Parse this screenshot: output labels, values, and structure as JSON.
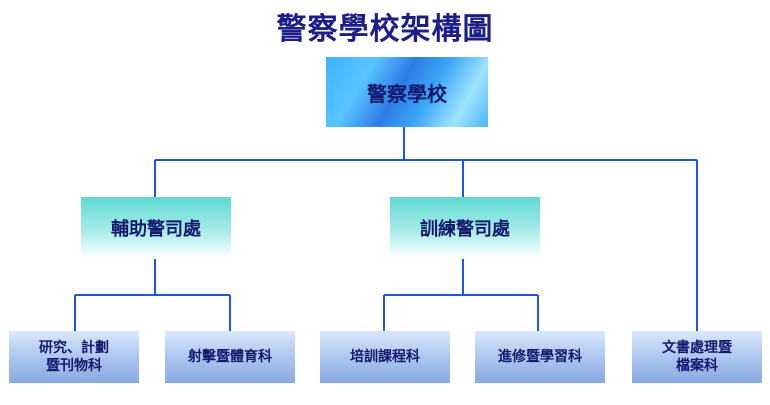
{
  "title": "警察學校架構圖",
  "root": {
    "label": "警察學校"
  },
  "divisions": [
    {
      "label": "輔助警司處"
    },
    {
      "label": "訓練警司處"
    }
  ],
  "sections": [
    {
      "lines": [
        "研究、計劃",
        "暨刊物科"
      ]
    },
    {
      "lines": [
        "射擊暨體育科"
      ]
    },
    {
      "lines": [
        "培訓課程科"
      ]
    },
    {
      "lines": [
        "進修暨學習科"
      ]
    },
    {
      "lines": [
        "文書處理暨",
        "檔案科"
      ]
    }
  ],
  "colors": {
    "title": "#1c1f8a",
    "connector": "#1f55e0",
    "node_text": "#14196e"
  }
}
